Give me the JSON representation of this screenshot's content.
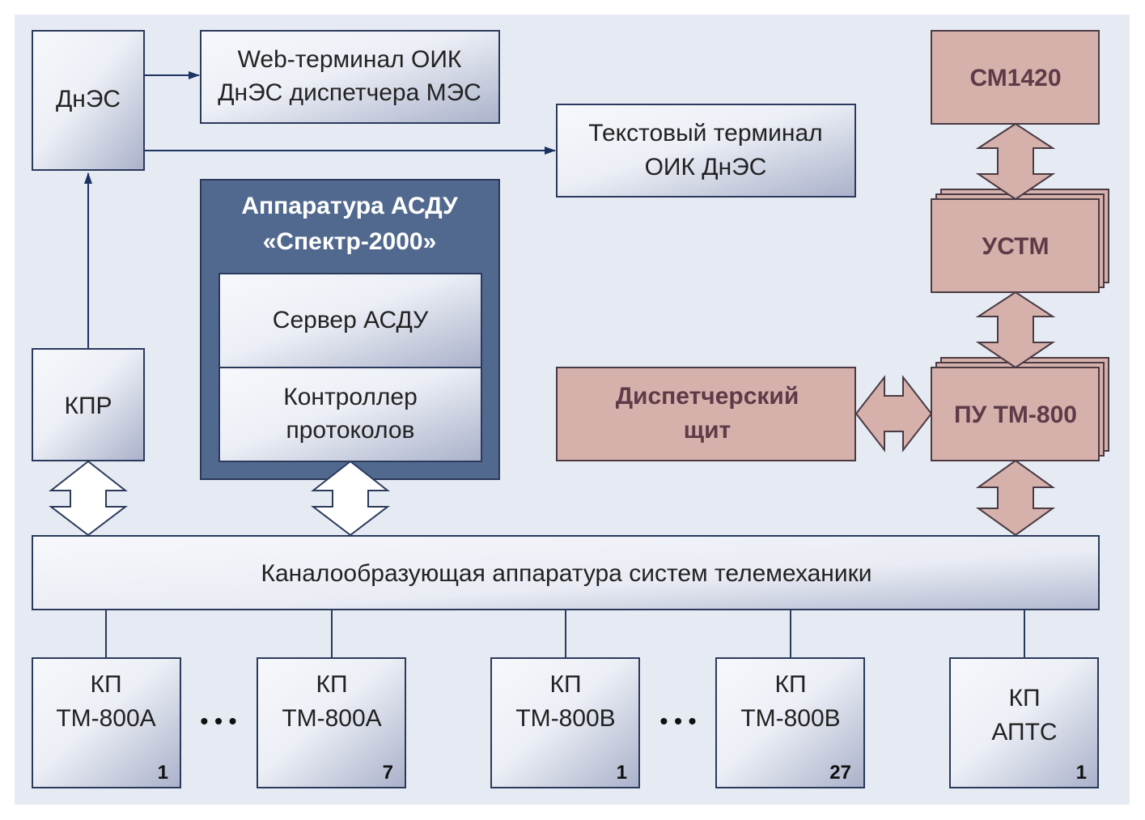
{
  "colors": {
    "background": "#e6ebf3",
    "box_border": "#2b3a5c",
    "box_gradient_light": "#f7f8fc",
    "box_gradient_dark": "#aab1ca",
    "asdu_fill": "#52698f",
    "pink_fill": "#d6b1ab",
    "pink_border": "#4a3a44",
    "pink_text": "#5e3b48",
    "arrow_line": "#1c3262"
  },
  "nodes": {
    "dnes": {
      "label": "ДнЭС"
    },
    "web_terminal": {
      "line1": "Web-терминал ОИК",
      "line2": "ДнЭС диспетчера МЭС"
    },
    "text_terminal": {
      "line1": "Текстовый терминал",
      "line2": "ОИК ДнЭС"
    },
    "kpr": {
      "label": "КПР"
    },
    "asdu": {
      "title1": "Аппаратура АСДУ",
      "title2": "«Спектр-2000»",
      "server": "Сервер АСДУ",
      "controller1": "Контроллер",
      "controller2": "протоколов"
    },
    "cm1420": {
      "label": "СМ1420"
    },
    "ustm": {
      "label": "УСТМ"
    },
    "dispatch_panel": {
      "line1": "Диспетчерский",
      "line2": "щит"
    },
    "pu_tm800": {
      "label": "ПУ ТМ-800"
    },
    "channel": {
      "label": "Каналообразующая аппаратура систем телемеханики"
    },
    "kp_a1": {
      "line1": "КП",
      "line2": "ТМ-800А",
      "num": "1"
    },
    "kp_a7": {
      "line1": "КП",
      "line2": "ТМ-800А",
      "num": "7"
    },
    "kp_b1": {
      "line1": "КП",
      "line2": "ТМ-800В",
      "num": "1"
    },
    "kp_b27": {
      "line1": "КП",
      "line2": "ТМ-800В",
      "num": "27"
    },
    "kp_apts": {
      "line1": "КП",
      "line2": "АПТС",
      "num": "1"
    }
  },
  "ellipsis": [
    "• • •",
    "• • •"
  ]
}
